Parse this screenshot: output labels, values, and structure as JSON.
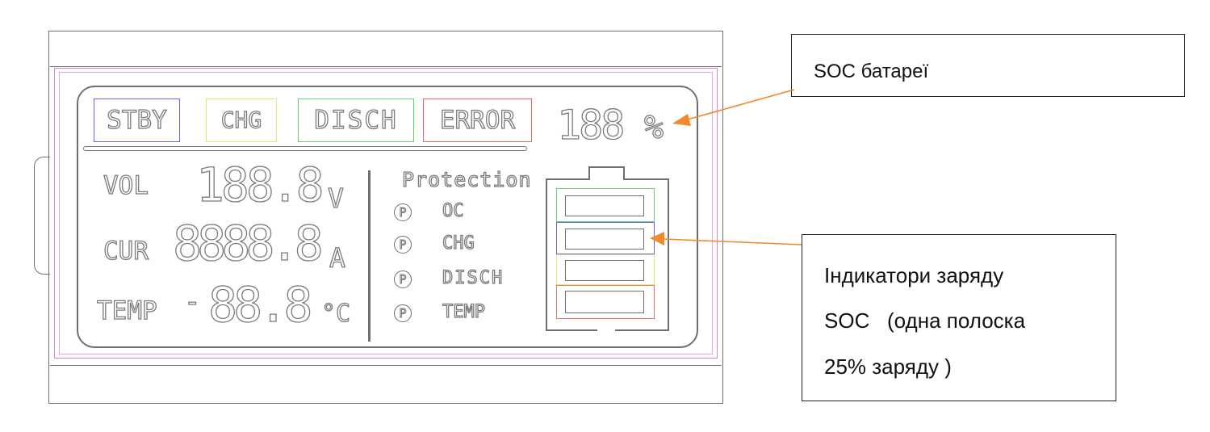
{
  "lcd": {
    "modes": {
      "stby": {
        "label": "STBY",
        "color": "#6a6ae0"
      },
      "chg": {
        "label": "CHG",
        "color": "#e8e870"
      },
      "disch": {
        "label": "DISCH",
        "color": "#6ad06a"
      },
      "error": {
        "label": "ERROR",
        "color": "#e06a6a"
      }
    },
    "soc_digits": "188",
    "soc_unit": "%",
    "rows": [
      {
        "label": "VOL",
        "digits": "188.8",
        "unit": "V"
      },
      {
        "label": "CUR",
        "digits": "8888.8",
        "unit": "A"
      },
      {
        "label": "TEMP",
        "sign": "-",
        "digits": "88.8",
        "unit": "°C"
      }
    ],
    "protection": {
      "title": "Protection",
      "marker": "P",
      "items": [
        "OC",
        "CHG",
        "DISCH",
        "TEMP"
      ]
    },
    "battery_bar_colors": [
      "#6ad06a",
      "#6a6ae0",
      "#e8e870",
      "#e07a6a"
    ]
  },
  "callouts": {
    "soc": {
      "text": "SOC батареї"
    },
    "bars": {
      "line1": "Індикатори  заряду",
      "line2": "SOC   (одна полоска",
      "line3": "25% заряду )"
    }
  },
  "colors": {
    "arrow": "#f08a2a",
    "outline": "#6f6f6f",
    "frame_pink": "#d986d9"
  }
}
